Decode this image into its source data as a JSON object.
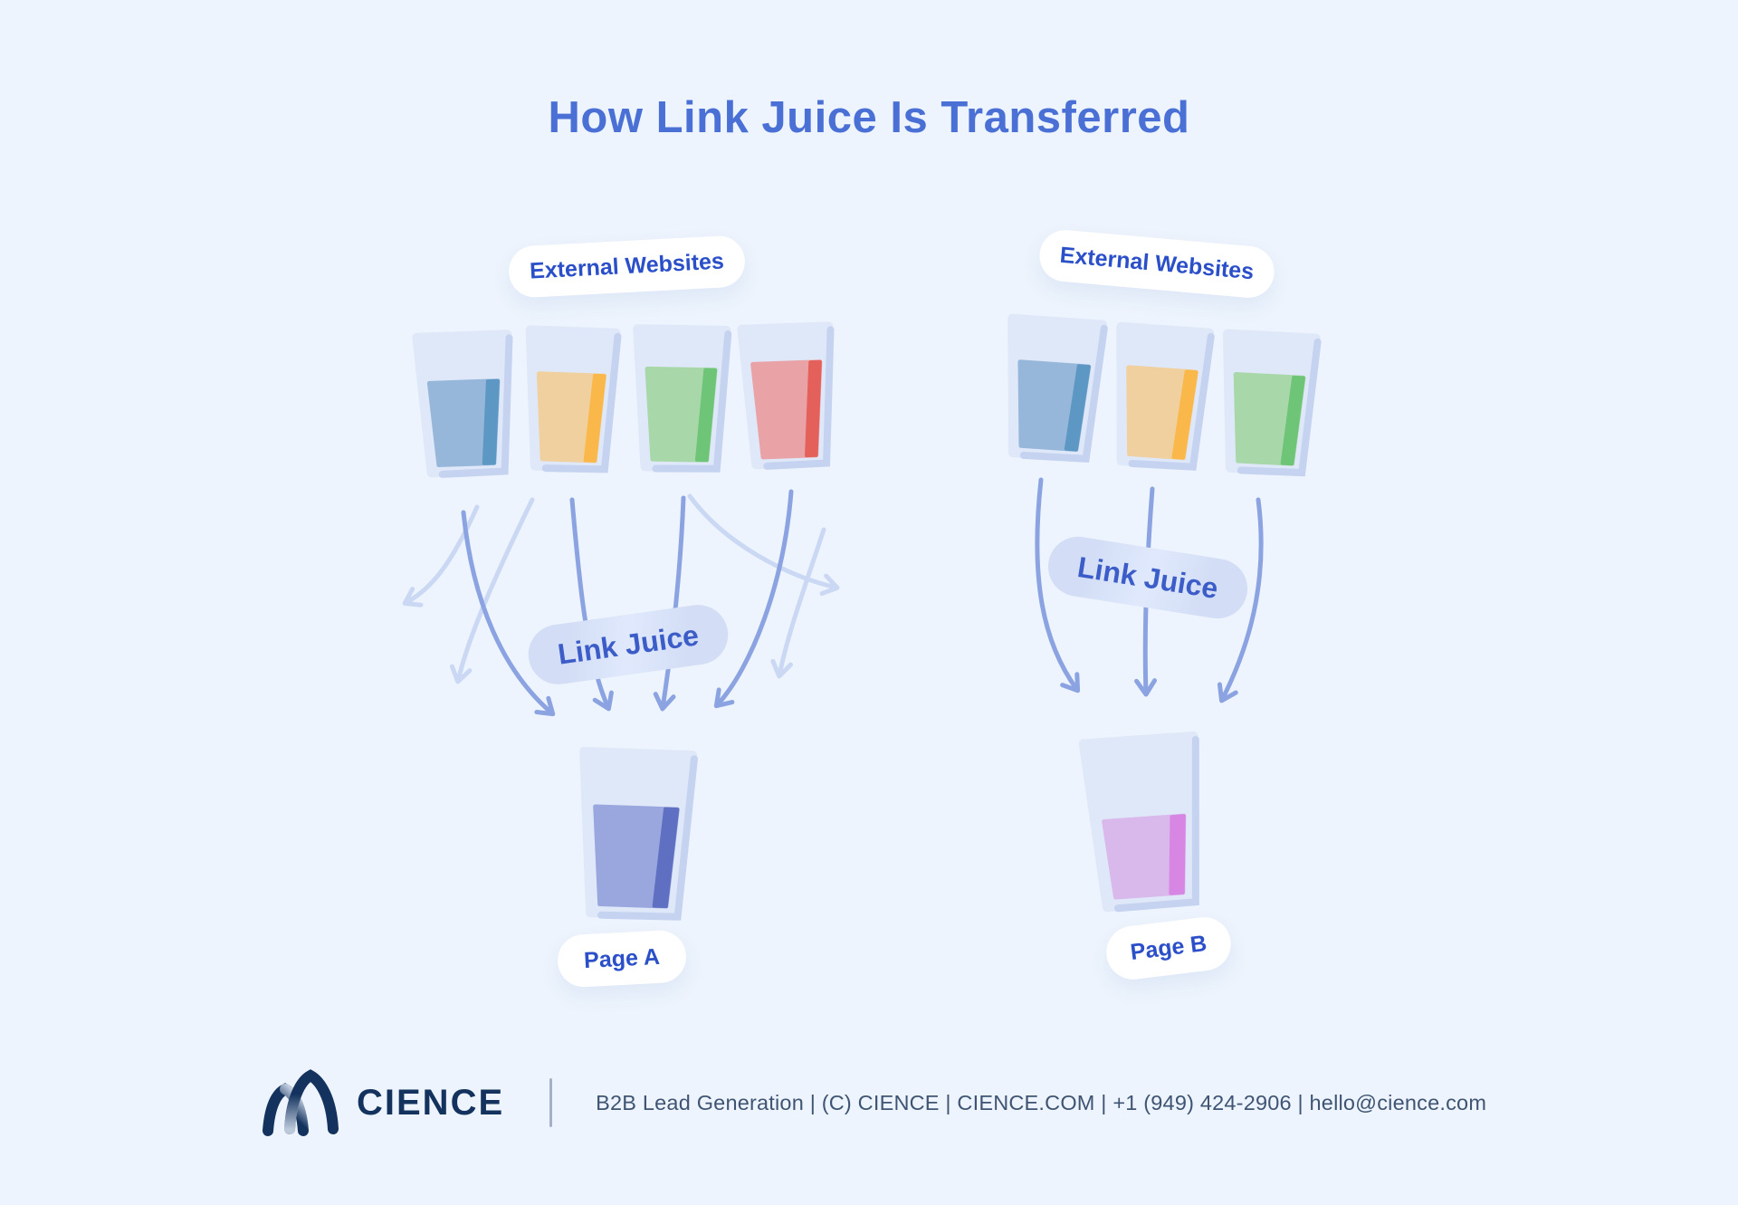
{
  "title": "How Link Juice Is Transferred",
  "left_diagram": {
    "source_label": "External Websites",
    "flow_label": "Link Juice",
    "target_label": "Page A",
    "source_glasses": [
      {
        "name": "blue-juice-glass",
        "main": "#96b7d9",
        "stripe": "#5d97c4",
        "fill": 0.66
      },
      {
        "name": "orange-juice-glass",
        "main": "#f0d09e",
        "stripe": "#fab84a",
        "fill": 0.68
      },
      {
        "name": "green-juice-glass",
        "main": "#a8d8aa",
        "stripe": "#6ec578",
        "fill": 0.71
      },
      {
        "name": "red-juice-glass",
        "main": "#e9a3a6",
        "stripe": "#e4605b",
        "fill": 0.74
      }
    ],
    "target_glass": {
      "name": "page-a-glass",
      "main": "#9aa6de",
      "stripe": "#5f6fc2",
      "fill": 0.66
    }
  },
  "right_diagram": {
    "source_label": "External Websites",
    "flow_label": "Link Juice",
    "target_label": "Page B",
    "source_glasses": [
      {
        "name": "blue-juice-glass",
        "main": "#96b7d9",
        "stripe": "#5d97c4",
        "fill": 0.68
      },
      {
        "name": "orange-juice-glass",
        "main": "#f0d09e",
        "stripe": "#fab84a",
        "fill": 0.7
      },
      {
        "name": "green-juice-glass",
        "main": "#a8d8aa",
        "stripe": "#6ec578",
        "fill": 0.7
      }
    ],
    "target_glass": {
      "name": "page-b-glass",
      "main": "#d9b8ec",
      "stripe": "#d787e3",
      "fill": 0.52
    }
  },
  "footer": {
    "brand": "CIENCE",
    "info": "B2B Lead Generation | (C) CIENCE | CIENCE.COM | +1 (949) 424-2906 | hello@cience.com"
  },
  "colors": {
    "background": "#edf4fd",
    "title_text": "#4b70d5",
    "label_text": "#2a4fc8",
    "flow_text": "#3c5cc8",
    "pill_bg": "#ffffff",
    "flow_pill_bg": "#d3def6",
    "arrow_dark": "#8ca3e2",
    "arrow_light": "#cbd8f4",
    "glass_body": "#dfe8f8",
    "glass_edge": "#c5d3f0",
    "brand_navy": "#13325d",
    "footer_text": "#3e5472",
    "divider": "#a2b1c6"
  }
}
